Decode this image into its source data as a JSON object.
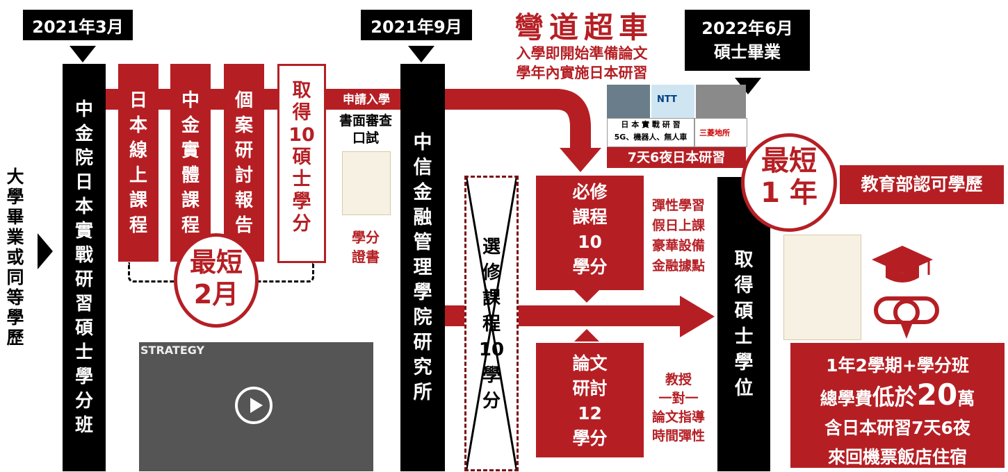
{
  "entry": {
    "label": "大學畢業或同等學歷"
  },
  "dates": {
    "d1": "2021年3月",
    "d2": "2021年9月",
    "d3_line1": "2022年6月",
    "d3_line2": "碩士畢業"
  },
  "bars": {
    "program1": "中金院日本實戰研習碩士學分班",
    "program2": "中信金融管理學院研究所",
    "degree": "取得碩士學位"
  },
  "courses": [
    "日本線上課程",
    "中金實體課程",
    "個案研討報告"
  ],
  "credits_box": {
    "line1": "取",
    "line2": "得",
    "line3": "10",
    "line4": "碩",
    "line5": "士",
    "line6": "學",
    "line7": "分"
  },
  "apply": {
    "tag": "申請入學",
    "line1": "書面審查",
    "line2": "口試"
  },
  "certificate": {
    "line1": "學分",
    "line2": "證書"
  },
  "badge_short2": {
    "line1": "最短",
    "line2": "2月"
  },
  "headline": {
    "title": "彎道超車",
    "sub1": "入學即開始準備論文",
    "sub2": "學年內實施日本研習"
  },
  "japan_trip": {
    "caption": "7天6夜日本研習",
    "photo_label1": "日 本 實 戰 研 習",
    "photo_label2": "5G、機器人、無人車",
    "logo_ntt": "NTT",
    "logo_mitsubishi": "三菱地所"
  },
  "required": {
    "l1": "必修",
    "l2": "課程",
    "l3": "10",
    "l4": "學分"
  },
  "required_notes": [
    "彈性學習",
    "假日上課",
    "豪華設備",
    "金融據點"
  ],
  "elective": {
    "l1": "選",
    "l2": "修",
    "l3": "課",
    "l4": "程",
    "l5": "10",
    "l6": "學",
    "l7": "分"
  },
  "thesis": {
    "l1": "論文",
    "l2": "研討",
    "l3": "12",
    "l4": "學分"
  },
  "thesis_notes": [
    "教授",
    "一對一",
    "論文指導",
    "時間彈性"
  ],
  "badge_short1": {
    "line1": "最短",
    "line2": "1 年"
  },
  "moe": {
    "label": "教育部認可學歷"
  },
  "cost": {
    "line1": "1年2學期+學分班",
    "line2_a": "總學費",
    "line2_b": "低於",
    "line2_c": "20",
    "line2_d": "萬",
    "line3": "含日本研習7天6夜",
    "line4": "來回機票飯店住宿"
  },
  "video": {
    "banner": "STRATEGY"
  },
  "colors": {
    "brand_red": "#b51f24",
    "black": "#000000"
  }
}
